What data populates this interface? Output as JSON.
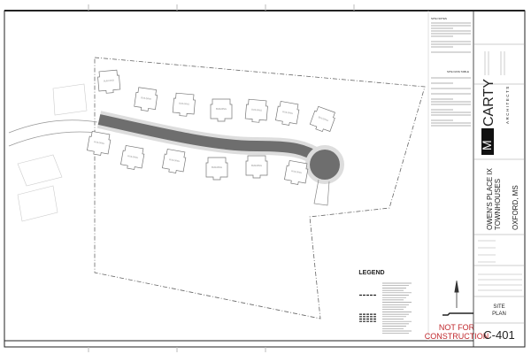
{
  "sheet": {
    "notes_title": "SITE NOTES",
    "data_table_title": "SITE DATA TABLE",
    "building_label": "BUILDING",
    "legend_title": "LEGEND",
    "stamp_line1": "NOT FOR",
    "stamp_line2": "CONSTRUCTION",
    "stamp_color": "#c0282d"
  },
  "title_block": {
    "firm_letter": "M",
    "firm_name": "CARTY",
    "firm_subtitle": "ARCHITECTS",
    "project_line1": "OWEN'S PLACE IX",
    "project_line2": "TOWNHOUSES",
    "project_location": "OXFORD, MS",
    "sheet_title_line1": "SITE",
    "sheet_title_line2": "PLAN",
    "sheet_number": "C-401"
  },
  "colors": {
    "road": "#6e6e6e",
    "line": "#555555",
    "border": "#222222"
  }
}
